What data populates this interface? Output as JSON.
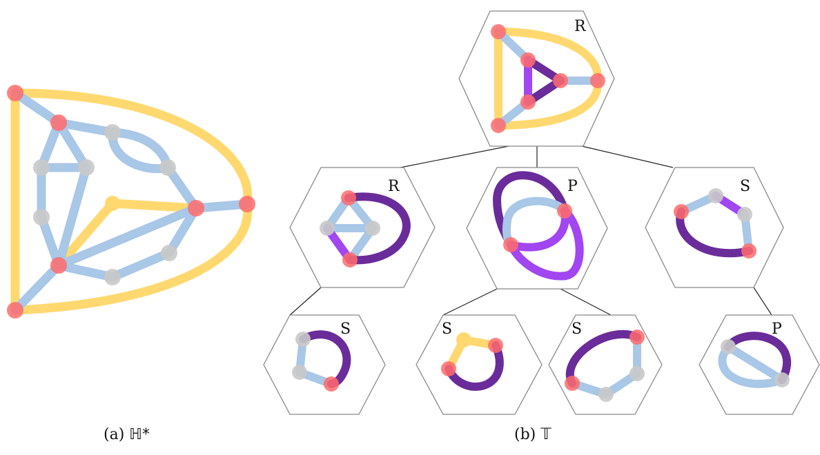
{
  "colors": {
    "blue": "#a9c7e7",
    "yellow": "#ffd970",
    "dark_purple": "#6a2c9a",
    "light_purple": "#a146f0",
    "red_node": "#ff6b6b",
    "gray_node": "#c9c9c9",
    "outline": "#888888",
    "tree_edge": "#222222"
  },
  "captions": {
    "left": {
      "prefix": "(a) ",
      "symbol": "ℍ*"
    },
    "right": {
      "prefix": "(b) ",
      "symbol": "𝕋"
    }
  },
  "tree": {
    "root": {
      "label": "R"
    },
    "level1": [
      {
        "label": "R"
      },
      {
        "label": "P"
      },
      {
        "label": "S"
      }
    ],
    "level2": [
      {
        "label": "S"
      },
      {
        "label": "S"
      },
      {
        "label": "S"
      },
      {
        "label": "P"
      }
    ]
  }
}
